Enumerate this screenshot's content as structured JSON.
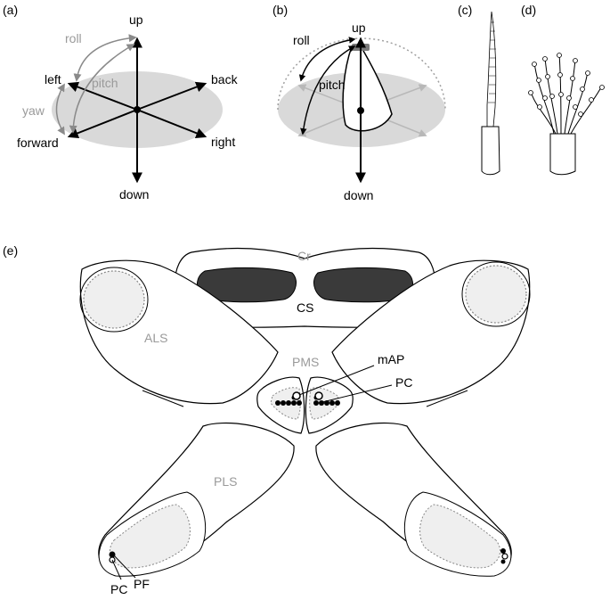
{
  "panels": {
    "a": {
      "letter": "(a)",
      "labels": {
        "up": "up",
        "down": "down",
        "left": "left",
        "back": "back",
        "forward": "forward",
        "right": "right",
        "roll": "roll",
        "pitch": "pitch",
        "yaw": "yaw"
      }
    },
    "b": {
      "letter": "(b)",
      "labels": {
        "up": "up",
        "down": "down",
        "roll": "roll",
        "pitch": "pitch"
      }
    },
    "c": {
      "letter": "(c)"
    },
    "d": {
      "letter": "(d)"
    },
    "e": {
      "letter": "(e)",
      "labels": {
        "cr": "Cr",
        "cs": "CS",
        "als": "ALS",
        "pms": "PMS",
        "pls": "PLS",
        "map": "mAP",
        "pc_upper": "PC",
        "pc_lower": "PC",
        "pf": "PF"
      }
    }
  },
  "colors": {
    "ink": "#000000",
    "gray_label": "#9a9a9a",
    "gray_fill": "#d9d9d9",
    "light_fill": "#efefef",
    "dark_fill": "#3a3a3a"
  }
}
